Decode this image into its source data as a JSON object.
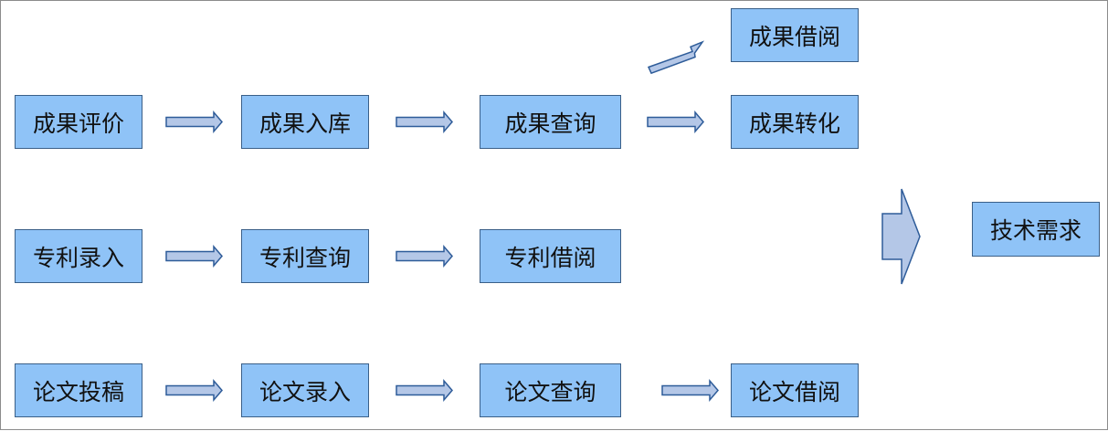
{
  "diagram": {
    "rows": [
      {
        "steps": [
          "成果评价",
          "成果入库",
          "成果查询"
        ],
        "branches": [
          "成果借阅",
          "成果转化"
        ]
      },
      {
        "steps": [
          "专利录入",
          "专利查询",
          "专利借阅"
        ]
      },
      {
        "steps": [
          "论文投稿",
          "论文录入",
          "论文查询",
          "论文借阅"
        ]
      }
    ],
    "target": "技术需求",
    "colors": {
      "box_fill": "#8fc3f7",
      "box_border": "#3a5f88",
      "arrow_fill": "#b4c7e7",
      "arrow_stroke": "#2e5c99"
    }
  }
}
